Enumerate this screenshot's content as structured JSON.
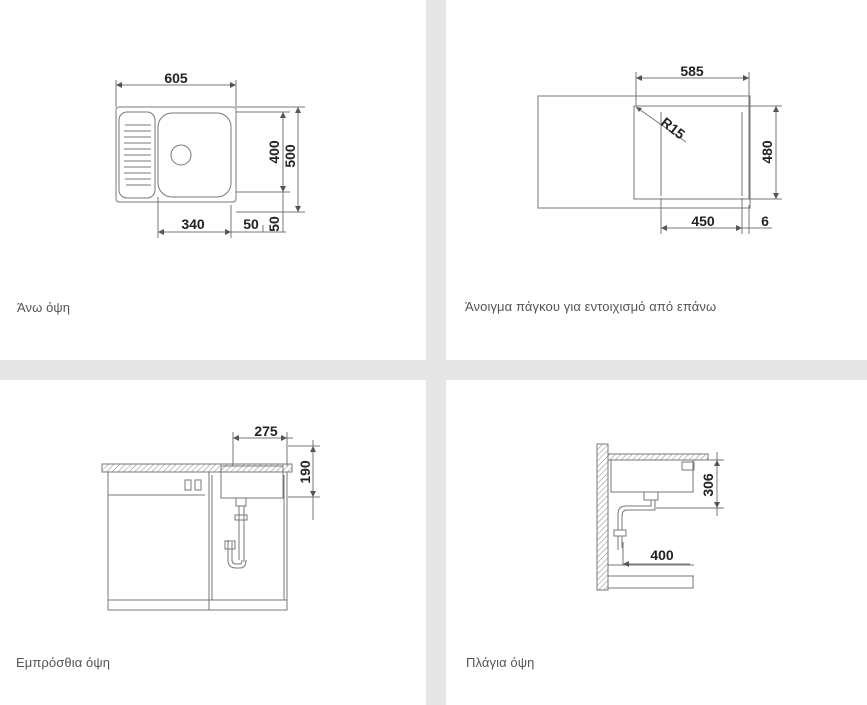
{
  "panels": [
    {
      "caption": "Άνω όψη",
      "dims": {
        "width": "605",
        "inner_depth": "400",
        "outer_depth": "500",
        "bowl_width": "340",
        "margin_right": "50",
        "margin_bottom": "50"
      }
    },
    {
      "caption": "Άνοιγμα πάγκου για εντοιχισμό από επάνω",
      "dims": {
        "cutout_width": "585",
        "radius": "R15",
        "cutout_depth": "480",
        "min_cabinet": "450",
        "offset": "6"
      }
    },
    {
      "caption": "Εμπρόσθια όψη",
      "dims": {
        "bowl_width": "275",
        "bowl_height": "190"
      }
    },
    {
      "caption": "Πλάγια όψη",
      "dims": {
        "depth_height": "306",
        "drain_distance": "400"
      }
    }
  ],
  "colors": {
    "background": "#e6e6e6",
    "panel": "#ffffff",
    "line": "#6b6b6b",
    "text": "#222222"
  }
}
